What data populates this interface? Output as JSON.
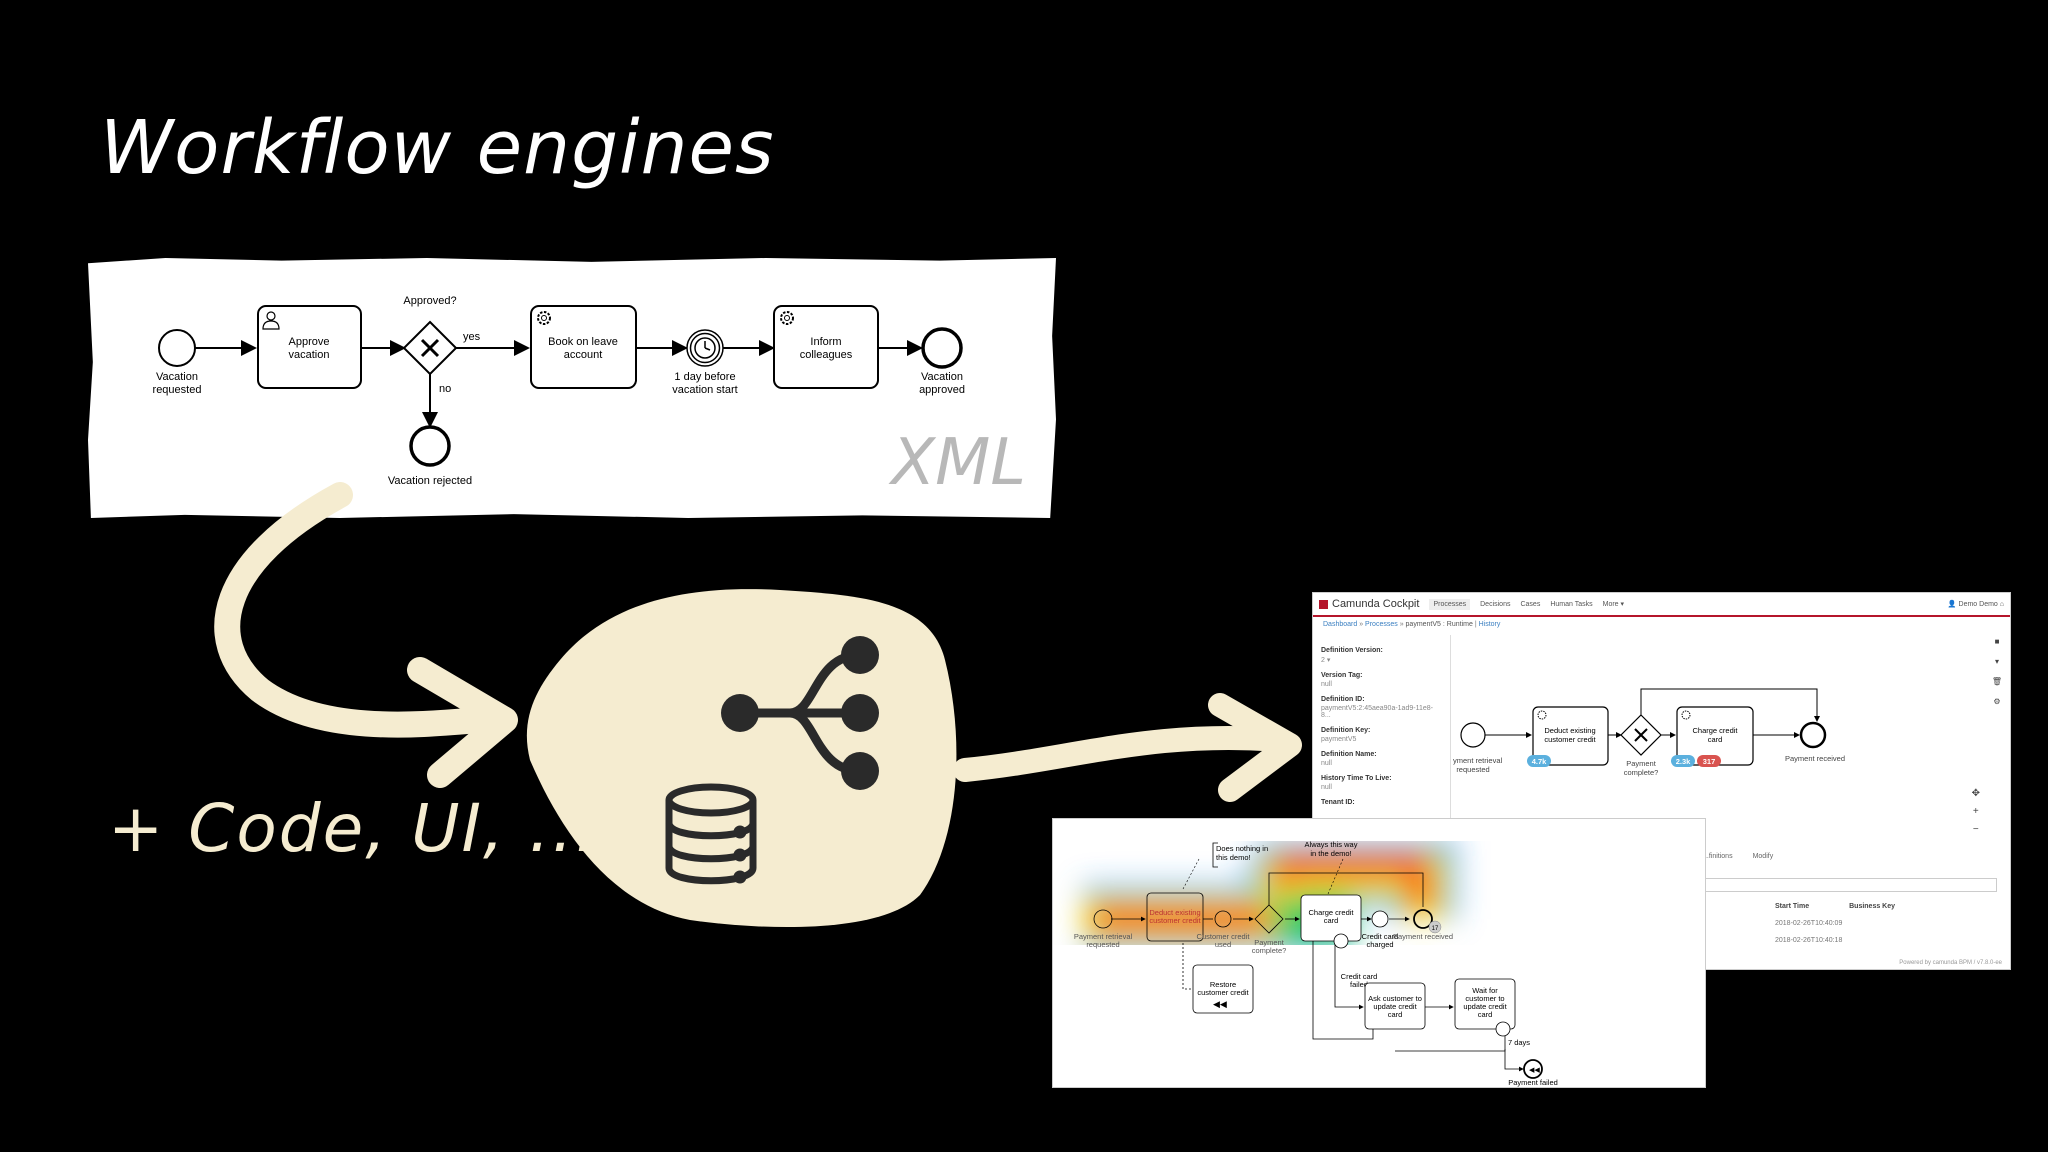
{
  "title": "Workflow engines",
  "subtitle": "+ Code, UI, ...",
  "bpmn": {
    "start_label_1": "Vacation",
    "start_label_2": "requested",
    "task_approve_1": "Approve",
    "task_approve_2": "vacation",
    "gateway_label": "Approved?",
    "yes": "yes",
    "no": "no",
    "task_book_1": "Book on leave",
    "task_book_2": "account",
    "timer_label_1": "1 day before",
    "timer_label_2": "vacation start",
    "task_inform_1": "Inform",
    "task_inform_2": "colleagues",
    "end_label_1": "Vacation",
    "end_label_2": "approved",
    "rejected_label": "Vacation rejected",
    "xml": "XML"
  },
  "cockpit": {
    "brand": "Camunda Cockpit",
    "nav": [
      "Processes",
      "Decisions",
      "Cases",
      "Human Tasks",
      "More ▾"
    ],
    "user": "Demo Demo",
    "breadcrumb": {
      "dashboard": "Dashboard",
      "processes": "Processes",
      "process": "paymentV5",
      "runtime": "Runtime",
      "history": "History"
    },
    "side": [
      {
        "k": "Definition Version:",
        "v": "2 ▾"
      },
      {
        "k": "Version Tag:",
        "v": "null"
      },
      {
        "k": "Definition ID:",
        "v": "paymentV5:2:45aea90a-1ad9-11e8-8..."
      },
      {
        "k": "Definition Key:",
        "v": "paymentV5"
      },
      {
        "k": "Definition Name:",
        "v": "null"
      },
      {
        "k": "History Time To Live:",
        "v": "null"
      },
      {
        "k": "Tenant ID:",
        "v": ""
      }
    ],
    "diagram": {
      "start": "Payment retrieval",
      "start2": "requested",
      "deduct1": "Deduct existing",
      "deduct2": "customer credit",
      "gw1": "Payment",
      "gw2": "complete?",
      "charge1": "Charge credit",
      "charge2": "card",
      "end": "Payment received",
      "badge_deduct": "4.7k",
      "badge_charge": "2.3k",
      "badge_charge_red": "317"
    },
    "tabs": [
      "...finitions",
      "Modify"
    ],
    "table_headers": [
      "Start Time",
      "Business Key"
    ],
    "rows": [
      "2018-02-26T10:40:09",
      "2018-02-26T10:40:18"
    ],
    "powered": "Powered by camunda BPM / v7.8.0-ee"
  },
  "heatmap": {
    "note1_1": "Does nothing in",
    "note1_2": "this demo!",
    "note2_1": "Always this way",
    "note2_2": "in the demo!",
    "start1": "Payment retrieval",
    "start2": "requested",
    "deduct1": "Deduct existing",
    "deduct2": "customer credit",
    "credit_used1": "Customer credit",
    "credit_used2": "used",
    "gw1": "Payment",
    "gw2": "complete?",
    "charge1": "Charge credit",
    "charge2": "card",
    "charged1": "Credit card",
    "charged2": "charged",
    "received": "Payment received",
    "badge": "17",
    "failed1": "Credit card",
    "failed2": "failed",
    "restore1": "Restore",
    "restore2": "customer credit",
    "ask1": "Ask customer to",
    "ask2": "update credit",
    "ask3": "card",
    "wait1": "Wait for",
    "wait2": "customer to",
    "wait3": "update credit",
    "wait4": "card",
    "days": "7 days",
    "payment_failed": "Payment failed"
  }
}
